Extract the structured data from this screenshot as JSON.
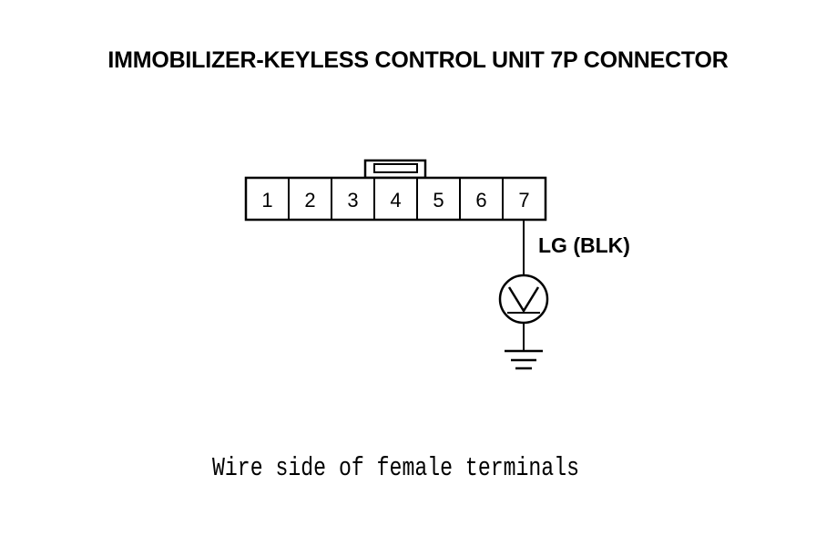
{
  "title": "IMMOBILIZER-KEYLESS CONTROL UNIT 7P CONNECTOR",
  "connector": {
    "pins": [
      "1",
      "2",
      "3",
      "4",
      "5",
      "6",
      "7"
    ],
    "measured_pin": "7"
  },
  "wire_label": "LG (BLK)",
  "meter_icon": "voltmeter-icon",
  "ground_icon": "ground-icon",
  "caption": "Wire side of female terminals",
  "colors": {
    "line": "#000000",
    "background": "#ffffff"
  }
}
